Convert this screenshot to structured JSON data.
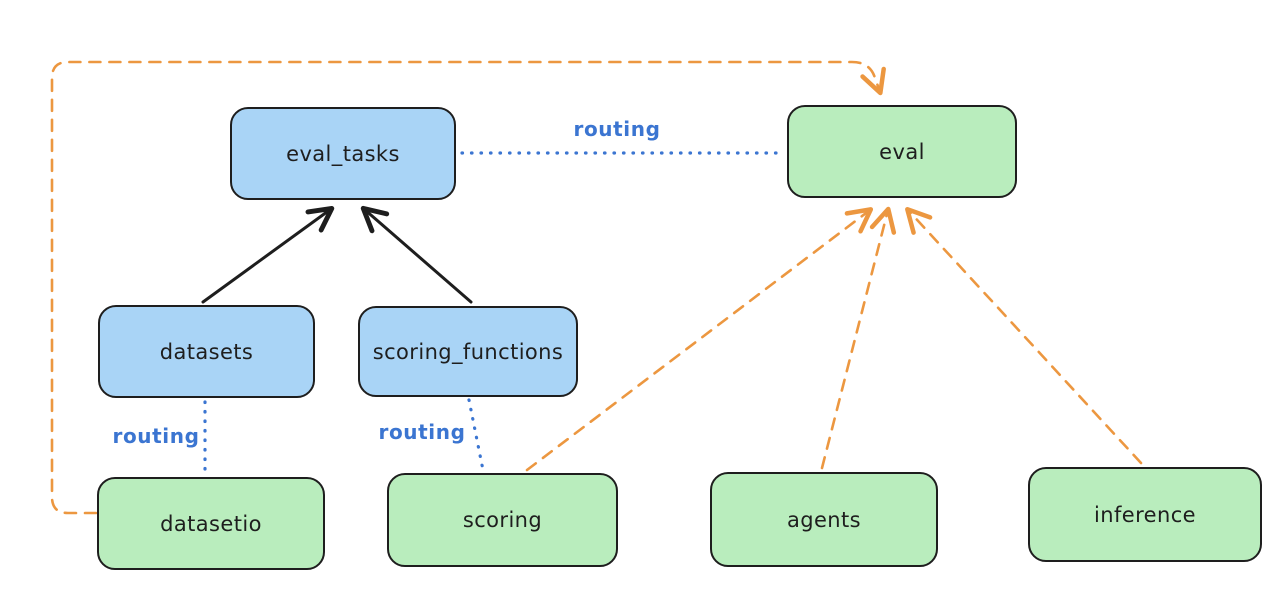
{
  "diagram": {
    "title_hint": "llama-stack eval routing diagram",
    "colors": {
      "background": "#ffffff",
      "node_border": "#1e1e1e",
      "node_blue_fill": "#a9d4f6",
      "node_green_fill": "#b9edbd",
      "routing_blue": "#3b75d1",
      "provider_orange": "#ec9740",
      "arrow_black": "#1e1e1e"
    },
    "nodes": [
      {
        "id": "eval_tasks",
        "label": "eval_tasks",
        "kind": "blue"
      },
      {
        "id": "eval",
        "label": "eval",
        "kind": "green"
      },
      {
        "id": "datasets",
        "label": "datasets",
        "kind": "blue"
      },
      {
        "id": "scoring_functions",
        "label": "scoring_functions",
        "kind": "blue"
      },
      {
        "id": "datasetio",
        "label": "datasetio",
        "kind": "green"
      },
      {
        "id": "scoring",
        "label": "scoring",
        "kind": "green"
      },
      {
        "id": "agents",
        "label": "agents",
        "kind": "green"
      },
      {
        "id": "inference",
        "label": "inference",
        "kind": "green"
      }
    ],
    "edge_labels": [
      {
        "id": "routing-eval-tasks-to-eval",
        "text": "routing"
      },
      {
        "id": "routing-datasets-to-datasetio",
        "text": "routing"
      },
      {
        "id": "routing-scoring-functions-to-scoring",
        "text": "routing"
      }
    ],
    "edges": [
      {
        "from": "datasets",
        "to": "eval_tasks",
        "style": "solid-black-arrow"
      },
      {
        "from": "scoring_functions",
        "to": "eval_tasks",
        "style": "solid-black-arrow"
      },
      {
        "from": "eval_tasks",
        "to": "eval",
        "style": "blue-dotted",
        "label": "routing"
      },
      {
        "from": "datasets",
        "to": "datasetio",
        "style": "blue-dotted",
        "label": "routing"
      },
      {
        "from": "scoring_functions",
        "to": "scoring",
        "style": "blue-dotted",
        "label": "routing"
      },
      {
        "from": "datasetio",
        "to": "eval",
        "style": "orange-dashed-arrow"
      },
      {
        "from": "scoring",
        "to": "eval",
        "style": "orange-dashed-arrow"
      },
      {
        "from": "agents",
        "to": "eval",
        "style": "orange-dashed-arrow"
      },
      {
        "from": "inference",
        "to": "eval",
        "style": "orange-dashed-arrow"
      }
    ]
  }
}
